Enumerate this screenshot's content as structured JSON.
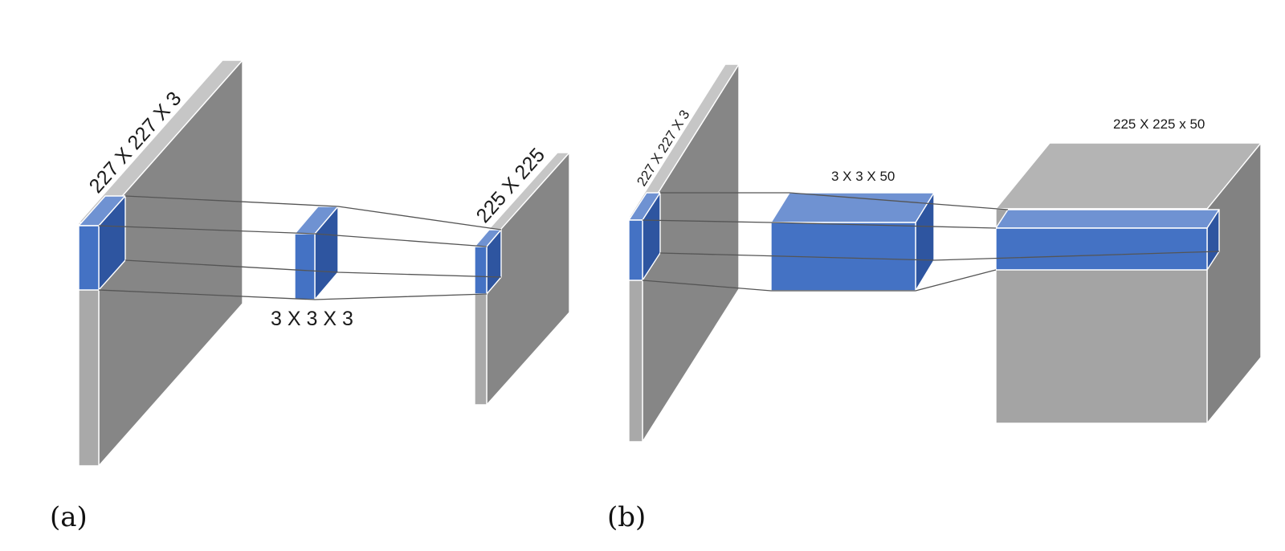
{
  "colors": {
    "gray_front": "#a9a9a9",
    "gray_side": "#868686",
    "gray_top": "#c6c6c6",
    "gray_cube_front": "#a4a4a4",
    "gray_cube_top": "#b4b4b4",
    "gray_cube_side": "#828282",
    "blue_front": "#4472c4",
    "blue_top": "#6f92d2",
    "blue_side": "#2e55a0",
    "connector": "#555555"
  },
  "panel_a": {
    "caption": "(a)",
    "input_label": "227 X 227 X 3",
    "kernel_label": "3 X 3 X 3",
    "output_label": "225 X 225"
  },
  "panel_b": {
    "caption": "(b)",
    "input_label": "227 X 227 X 3",
    "kernel_label": "3 X 3 X 50",
    "output_label": "225 X 225 x 50"
  }
}
